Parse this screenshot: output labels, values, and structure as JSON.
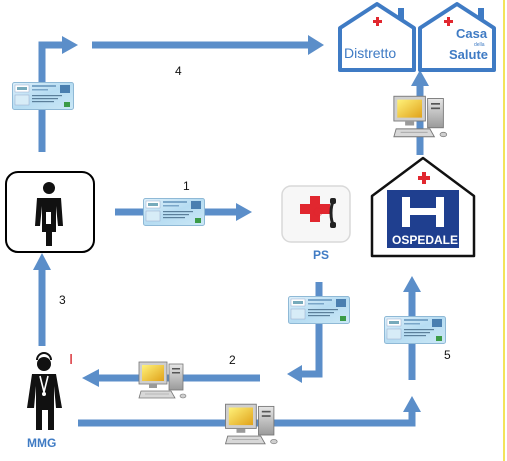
{
  "step_numbers": {
    "one": "1",
    "two": "2",
    "three": "3",
    "four": "4",
    "five": "5"
  },
  "labels": {
    "distretto": "Distretto",
    "casa_line1": "Casa",
    "casa_small": "della",
    "casa_line2": "Salute",
    "ospedale": "OSPEDALE",
    "ps": "PS",
    "mmg": "MMG",
    "mmg_mark": "I"
  },
  "colors": {
    "arrow_blue": "#5b8ec9",
    "house_blue": "#3f7bc4",
    "hospital_navy": "#1f3f8f",
    "cross_red": "#e1272f",
    "card_blue": "#b6dcf2"
  }
}
